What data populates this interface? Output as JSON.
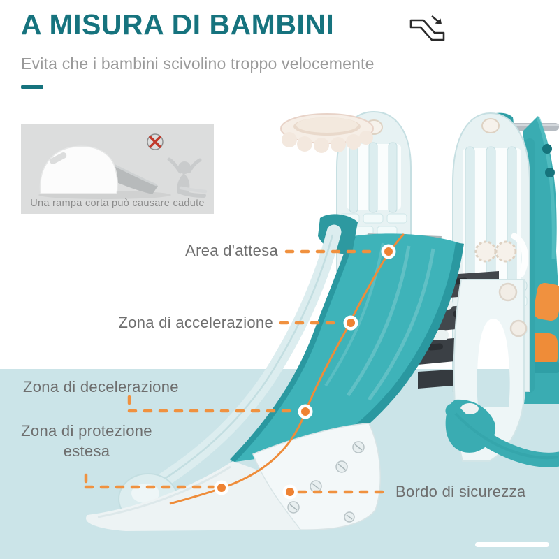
{
  "header": {
    "title": "A MISURA DI BAMBINI",
    "subtitle": "Evita che i bambini scivolino troppo velocemente"
  },
  "warning_inset": {
    "caption": "Una rampa corta può causare cadute",
    "icon": "red-cross-icon"
  },
  "annotations": {
    "area_attesa": "Area d'attesa",
    "zona_accelerazione": "Zona di accelerazione",
    "zona_decelerazione": "Zona di decelerazione",
    "zona_protezione": "Zona di protezione estesa",
    "bordo_sicurezza": "Bordo di sicurezza"
  },
  "colors": {
    "accent_teal": "#16737e",
    "annotation_orange": "#f0913f",
    "background_band": "#cbe4e8",
    "slide_teal": "#3eb3b9",
    "label_gray": "#6e6e6e"
  }
}
